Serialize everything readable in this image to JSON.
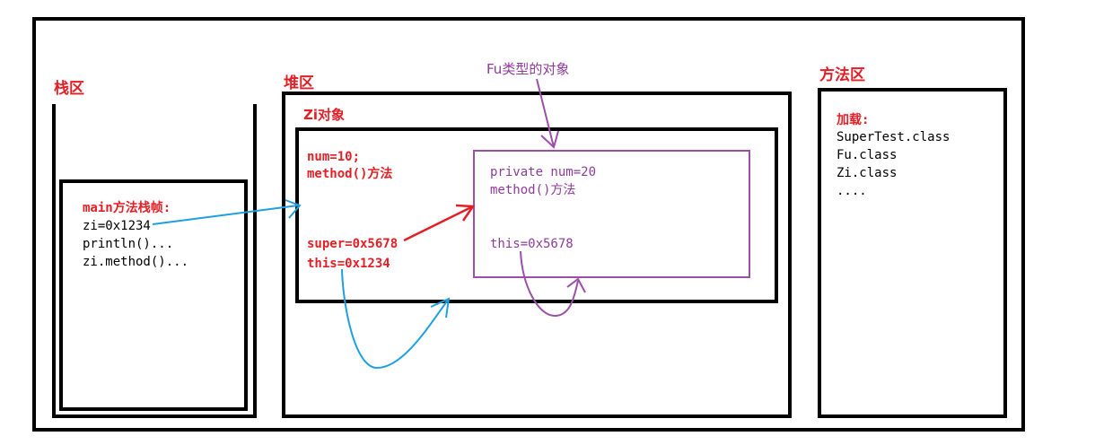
{
  "labels": {
    "stack": "栈区",
    "heap": "堆区",
    "method_area": "方法区",
    "fu_type": "Fu类型的对象",
    "zi_object": "Zi对象"
  },
  "stack_frame": {
    "title": "main方法栈帧:",
    "lines": [
      "zi=0x1234",
      "println()...",
      "zi.method()..."
    ]
  },
  "zi_object": {
    "fields": [
      "num=10;",
      "method()方法"
    ],
    "refs": [
      "super=0x5678",
      "this=0x1234"
    ]
  },
  "fu_object": {
    "fields": [
      "private num=20",
      "method()方法"
    ],
    "ref": "this=0x5678"
  },
  "method_area": {
    "title": "加载:",
    "items": [
      "SuperTest.class",
      "Fu.class",
      "Zi.class",
      "...."
    ]
  },
  "colors": {
    "red": "#e31f26",
    "purple": "#8e3b9a",
    "blue": "#1ea0e0"
  }
}
